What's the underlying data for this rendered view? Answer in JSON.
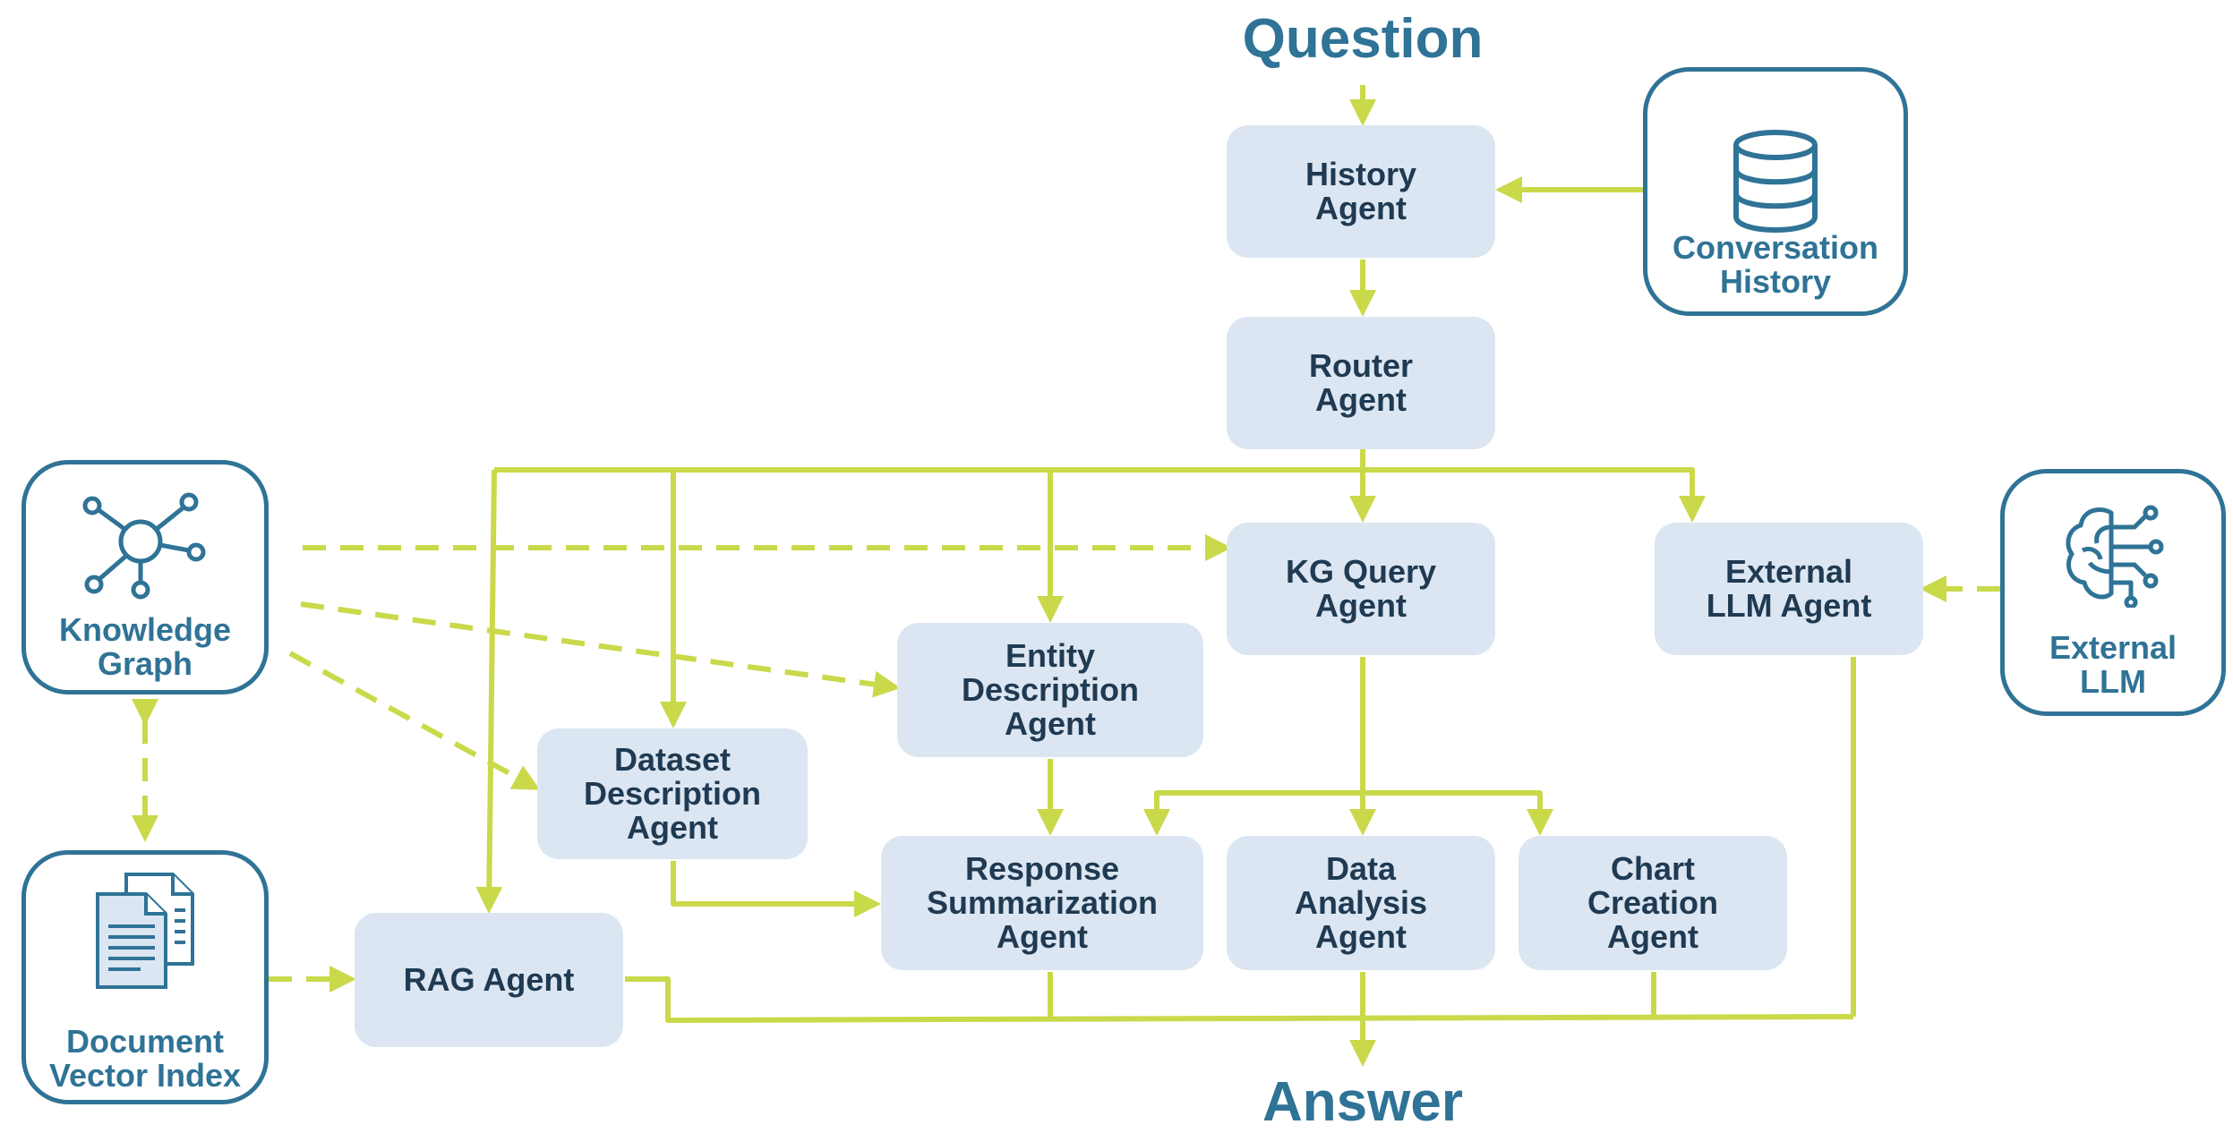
{
  "io": {
    "question": "Question",
    "answer": "Answer"
  },
  "agents": {
    "history": "History\nAgent",
    "router": "Router\nAgent",
    "kg_query": "KG Query\nAgent",
    "external_llm_agent": "External\nLLM Agent",
    "entity_description": "Entity\nDescription\nAgent",
    "dataset_description": "Dataset\nDescription\nAgent",
    "response_summarization": "Response\nSummarization\nAgent",
    "data_analysis": "Data\nAnalysis\nAgent",
    "chart_creation": "Chart\nCreation\nAgent",
    "rag": "RAG Agent"
  },
  "sources": {
    "conversation_history": {
      "label": "Conversation\nHistory",
      "icon": "database-icon"
    },
    "knowledge_graph": {
      "label": "Knowledge\nGraph",
      "icon": "network-icon"
    },
    "external_llm": {
      "label": "External\nLLM",
      "icon": "brain-circuit-icon"
    },
    "document_vector_index": {
      "label": "Document\nVector Index",
      "icon": "documents-icon"
    }
  },
  "colors": {
    "accent": "#2f7396",
    "agent_fill": "#dbe6f2",
    "agent_text": "#1f3a52",
    "connector": "#c9d94a"
  }
}
